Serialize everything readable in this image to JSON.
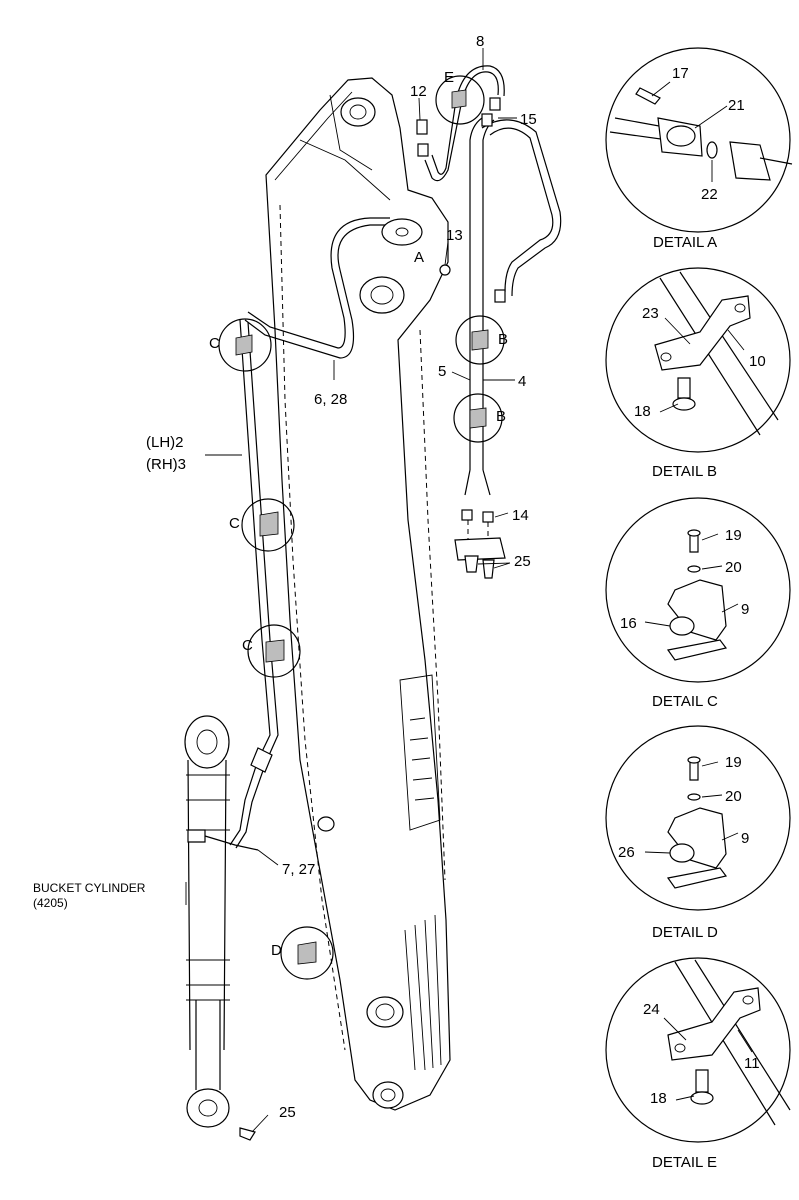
{
  "callouts": {
    "n8": "8",
    "e_top": "E",
    "n12": "12",
    "n15": "15",
    "n13": "13",
    "a_main": "A",
    "c_top": "C",
    "n6_28": "6, 28",
    "b_upper": "B",
    "n5": "5",
    "n4": "4",
    "b_lower": "B",
    "lh2": "(LH)2",
    "rh3": "(RH)3",
    "c_mid": "C",
    "c_low": "C",
    "n14": "14",
    "n25_top": "25",
    "n7_27": "7, 27",
    "bucket_cyl": "BUCKET CYLINDER",
    "bucket_cyl_code": "(4205)",
    "d_main": "D",
    "n25_bottom": "25"
  },
  "details": {
    "a": {
      "title": "DETAIL A",
      "p17": "17",
      "p21": "21",
      "p22": "22"
    },
    "b": {
      "title": "DETAIL B",
      "p23": "23",
      "p10": "10",
      "p18": "18"
    },
    "c": {
      "title": "DETAIL C",
      "p19": "19",
      "p20": "20",
      "p9": "9",
      "p16": "16"
    },
    "d": {
      "title": "DETAIL D",
      "p19": "19",
      "p20": "20",
      "p9": "9",
      "p26": "26"
    },
    "e": {
      "title": "DETAIL E",
      "p24": "24",
      "p11": "11",
      "p18": "18"
    }
  }
}
